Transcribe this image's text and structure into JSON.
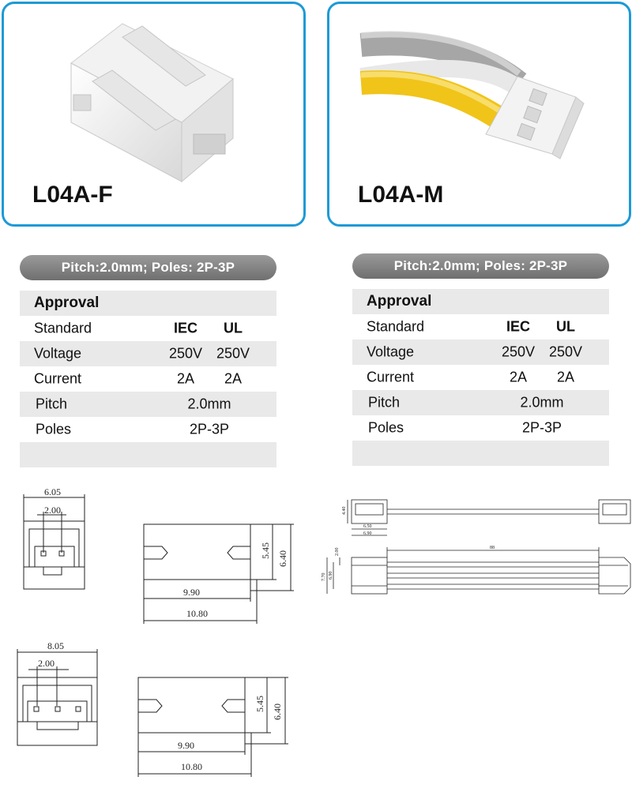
{
  "products": [
    {
      "name": "L04A-F",
      "pill": "Pitch:2.0mm;  Poles: 2P-3P",
      "approval": "Approval",
      "rows": {
        "standard": {
          "label": "Standard",
          "c1": "IEC",
          "c2": "UL"
        },
        "voltage": {
          "label": "Voltage",
          "c1": "250V",
          "c2": "250V"
        },
        "current": {
          "label": "Current",
          "c1": "2A",
          "c2": "2A"
        },
        "pitch": {
          "label": "Pitch",
          "value": "2.0mm"
        },
        "poles": {
          "label": "Poles",
          "value": "2P-3P"
        }
      }
    },
    {
      "name": "L04A-M",
      "pill": "Pitch:2.0mm;  Poles: 2P-3P",
      "approval": "Approval",
      "rows": {
        "standard": {
          "label": "Standard",
          "c1": "IEC",
          "c2": "UL"
        },
        "voltage": {
          "label": "Voltage",
          "c1": "250V",
          "c2": "250V"
        },
        "current": {
          "label": "Current",
          "c1": "2A",
          "c2": "2A"
        },
        "pitch": {
          "label": "Pitch",
          "value": "2.0mm"
        },
        "poles": {
          "label": "Poles",
          "value": "2P-3P"
        }
      }
    }
  ],
  "drawings": {
    "top_front": {
      "width": "6.05",
      "pitch": "2.00"
    },
    "top_side": {
      "h1": "5.45",
      "h2": "6.40",
      "w1": "9.90",
      "w2": "10.80"
    },
    "bottom_front": {
      "width": "8.05",
      "pitch": "2.00"
    },
    "bottom_side": {
      "h1": "5.45",
      "h2": "6.40",
      "w1": "9.90",
      "w2": "10.80"
    },
    "cable_top": {
      "h": "4.40",
      "w1": "6.50",
      "w2": "6.90"
    },
    "cable_bottom": {
      "h1": "7.70",
      "h2": "6.90",
      "h3": "2.00",
      "len": "88"
    }
  }
}
